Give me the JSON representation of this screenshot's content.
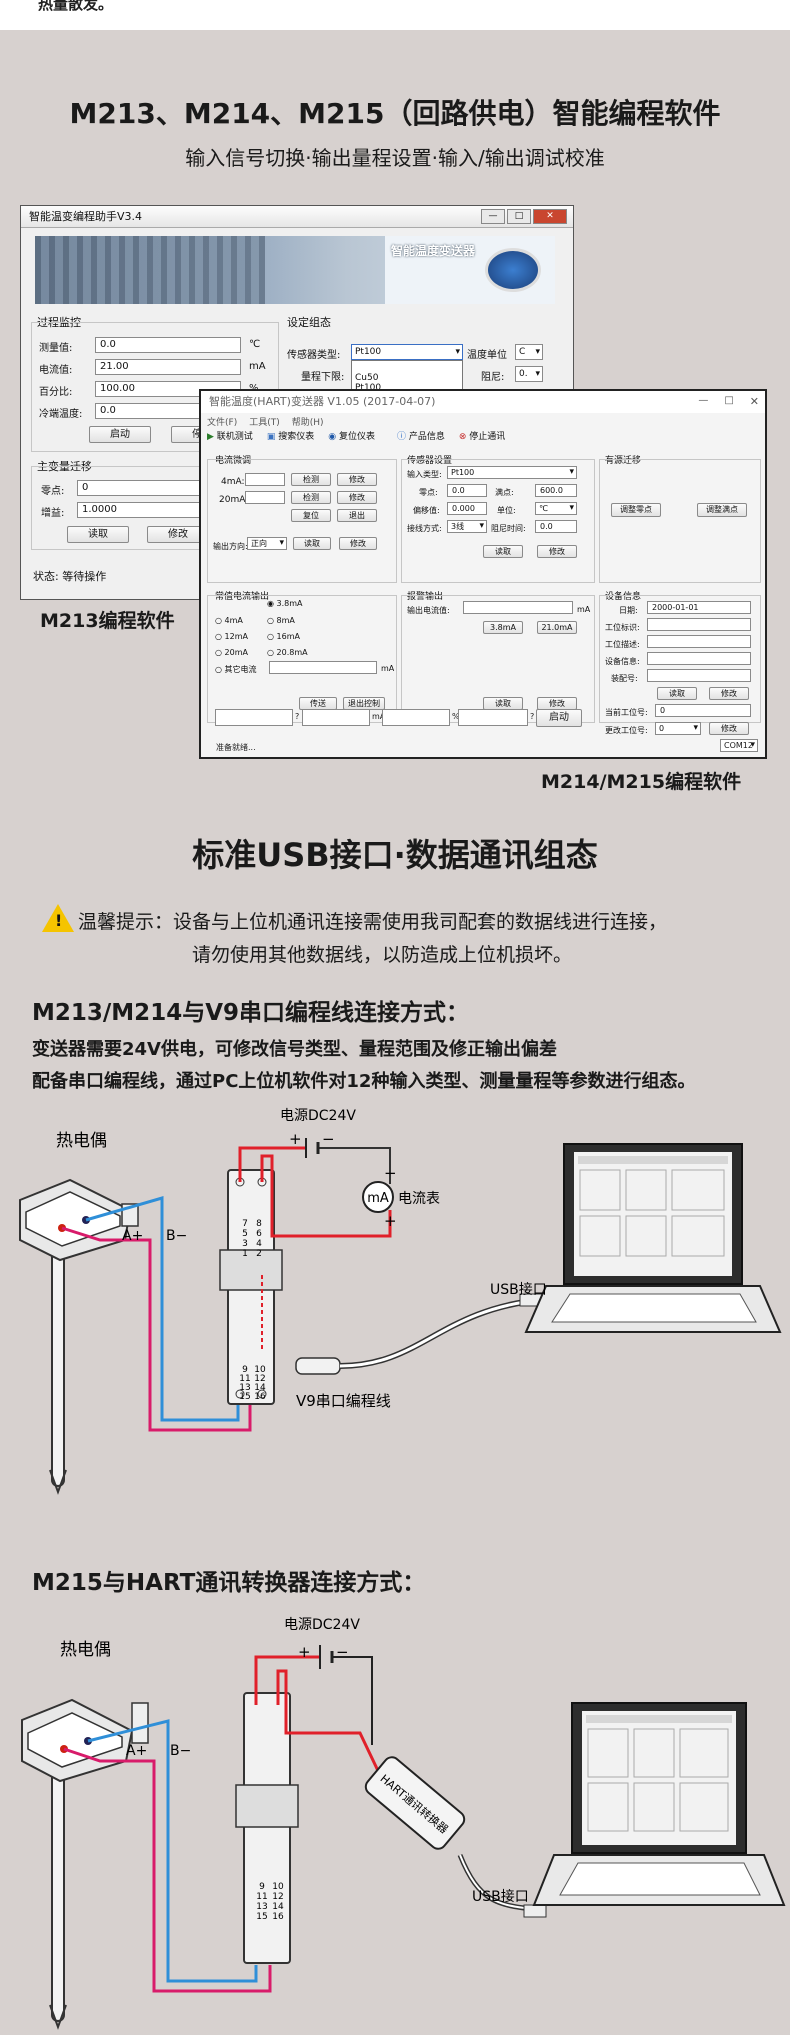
{
  "top": {
    "text": "热量散发。"
  },
  "section1": {
    "title": "M213、M214、M215（回路供电）智能编程软件",
    "subtitle": "输入信号切换·输出量程设置·输入/输出调试校准"
  },
  "win1": {
    "title": "智能温变编程助手V3.4",
    "banner_text": "智能温度变送器",
    "process_group": "过程监控",
    "config_group": "设定组态",
    "rows": [
      {
        "label": "测量值:",
        "value": "0.0",
        "unit": "℃"
      },
      {
        "label": "电流值:",
        "value": "21.00",
        "unit": "mA"
      },
      {
        "label": "百分比:",
        "value": "100.00",
        "unit": "%"
      },
      {
        "label": "冷端温度:",
        "value": "0.0",
        "unit": ""
      }
    ],
    "sensor_label": "传感器类型:",
    "sensor_value": "Pt100",
    "sensor_options": [
      "Cu50",
      "Pt100"
    ],
    "temp_unit_label": "温度单位",
    "temp_unit_value": "C",
    "range_low_label": "量程下限:",
    "resistance_label": "阻尼:",
    "resistance_value": "0.",
    "start_btn": "启动",
    "stop_btn": "停止",
    "migration_group": "主变量迁移",
    "zero_label": "零点:",
    "zero_value": "0",
    "gain_label": "增益:",
    "gain_value": "1.0000",
    "read_btn": "读取",
    "modify_btn": "修改",
    "status": "状态: 等待操作",
    "caption": "M213编程软件"
  },
  "win2": {
    "title": "智能温度(HART)变送器 V1.05 (2017-04-07)",
    "menu": [
      "文件(F)",
      "工具(T)",
      "帮助(H)"
    ],
    "toolbar": [
      "联机测试",
      "搜索仪表",
      "复位仪表",
      "产品信息",
      "停止通讯"
    ],
    "current_cal": {
      "title": "电流微调",
      "r4": "4mA:",
      "r20": "20mA:",
      "detect": "检测",
      "modify": "修改",
      "reset": "复位",
      "exit": "退出",
      "dir_label": "输出方向:",
      "dir_value": "正向",
      "read": "读取",
      "modify2": "修改"
    },
    "sensor_set": {
      "title": "传感器设置",
      "type_label": "输入类型:",
      "type_value": "Pt100",
      "zero_label": "零点:",
      "zero_value": "0.0",
      "full_label": "满点:",
      "full_value": "600.0",
      "offset_label": "偏移值:",
      "offset_value": "0.000",
      "unit_label": "单位:",
      "unit_value": "℃",
      "wire_label": "接线方式:",
      "wire_value": "3线",
      "damp_label": "阻尼时间:",
      "damp_value": "0.0",
      "read": "读取",
      "modify": "修改"
    },
    "migration": {
      "title": "有源迁移",
      "zero_btn": "调整零点",
      "full_btn": "调整满点"
    },
    "fixed_current": {
      "title": "常值电流输出",
      "options": [
        "3.8mA",
        "4mA",
        "8mA",
        "12mA",
        "16mA",
        "20mA",
        "20.8mA",
        "其它电流"
      ],
      "unit": "mA",
      "send": "传送",
      "exit_ctrl": "退出控制"
    },
    "alarm": {
      "title": "报警输出",
      "label": "输出电流值:",
      "unit": "mA",
      "b1": "3.8mA",
      "b2": "21.0mA",
      "read": "读取",
      "modify": "修改"
    },
    "device": {
      "title": "设备信息",
      "date_label": "日期:",
      "date_value": "2000-01-01",
      "fields": [
        "工位标识:",
        "工位描述:",
        "设备信息:",
        "装配号:"
      ],
      "read": "读取",
      "modify": "修改",
      "cur_tag_label": "当前工位号:",
      "cur_tag_value": "0",
      "change_tag_label": "更改工位号:",
      "change_tag_value": "0",
      "modify2": "修改"
    },
    "bottom": {
      "units": [
        "?",
        "mA",
        "%",
        "?"
      ],
      "start": "启动",
      "status": "准备就绪...",
      "com": "COM12"
    },
    "caption": "M214/M215编程软件"
  },
  "section2": {
    "title": "标准USB接口·数据通讯组态",
    "warning_line1": "温馨提示：设备与上位机通讯连接需使用我司配套的数据线进行连接，",
    "warning_line2": "请勿使用其他数据线，以防造成上位机损坏。"
  },
  "section3": {
    "title": "M213/M214与V9串口编程线连接方式：",
    "desc1": "变送器需要24V供电，可修改信号类型、量程范围及修正输出偏差",
    "desc2": "配备串口编程线，通过PC上位机软件对12种输入类型、测量量程等参数进行组态。",
    "thermocouple": "热电偶",
    "a_plus": "A+",
    "b_minus": "B−",
    "power": "电源DC24V",
    "plus": "+",
    "minus": "−",
    "ammeter": "电流表",
    "ma": "mA",
    "usb": "USB接口",
    "v9": "V9串口编程线",
    "terms_top": [
      "7",
      "8",
      "5",
      "6",
      "3",
      "4",
      "1",
      "2"
    ],
    "terms_bottom": [
      "9",
      "10",
      "11",
      "12",
      "13",
      "14",
      "15",
      "16"
    ]
  },
  "section4": {
    "title": "M215与HART通讯转换器连接方式：",
    "thermocouple": "热电偶",
    "a_plus": "A+",
    "b_minus": "B−",
    "power": "电源DC24V",
    "plus": "+",
    "minus": "−",
    "hart": "HART通讯转换器",
    "usb": "USB接口"
  },
  "colors": {
    "red": "#e0202a",
    "blue": "#2f8fd8",
    "magenta": "#d81b6a",
    "bg": "#d7d1cf"
  }
}
